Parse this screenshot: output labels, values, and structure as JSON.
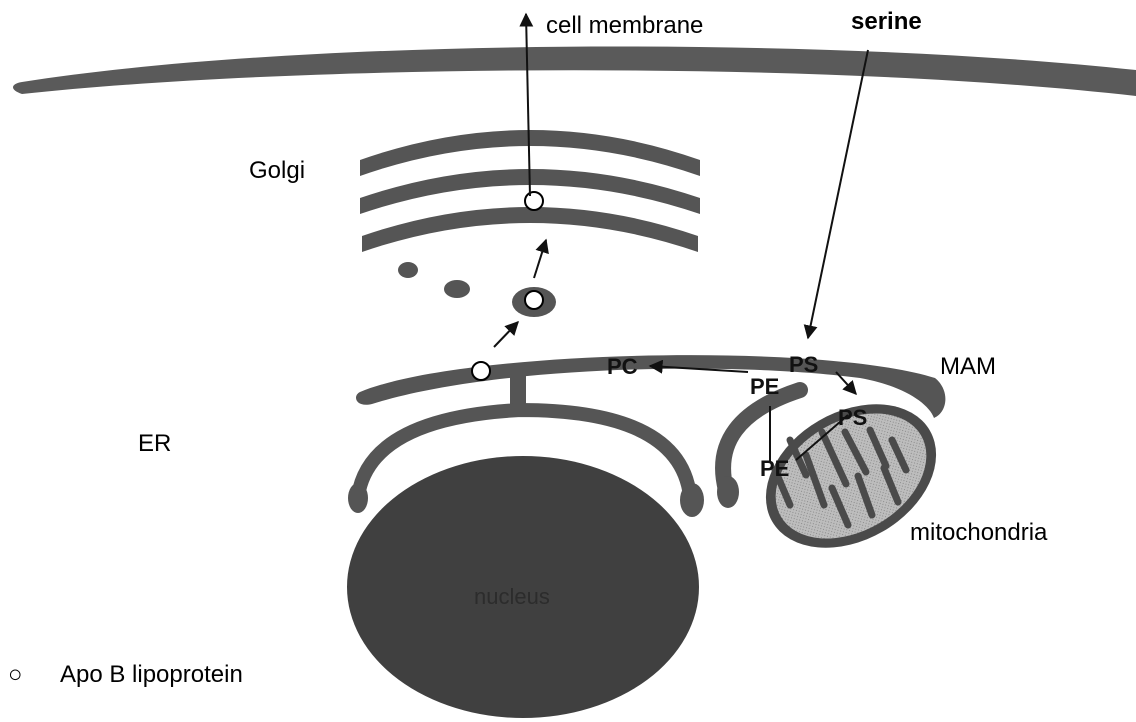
{
  "colors": {
    "membrane": "#5a5a5a",
    "organelle": "#555555",
    "nucleus": "#404040",
    "mito_outer": "#4a4a4a",
    "mito_inner": "#b8b8b8",
    "vesicle": "#ffffff",
    "arrow": "#111111"
  },
  "labels": {
    "cell_membrane": "cell membrane",
    "serine": "serine",
    "golgi": "Golgi",
    "er": "ER",
    "mam": "MAM",
    "mitochondria": "mitochondria",
    "nucleus": "nucleus",
    "pc": "PC",
    "ps_er": "PS",
    "pe_er": "PE",
    "ps_mito": "PS",
    "pe_mito": "PE"
  },
  "legend": {
    "symbol": "○",
    "text": "Apo B lipoprotein"
  }
}
